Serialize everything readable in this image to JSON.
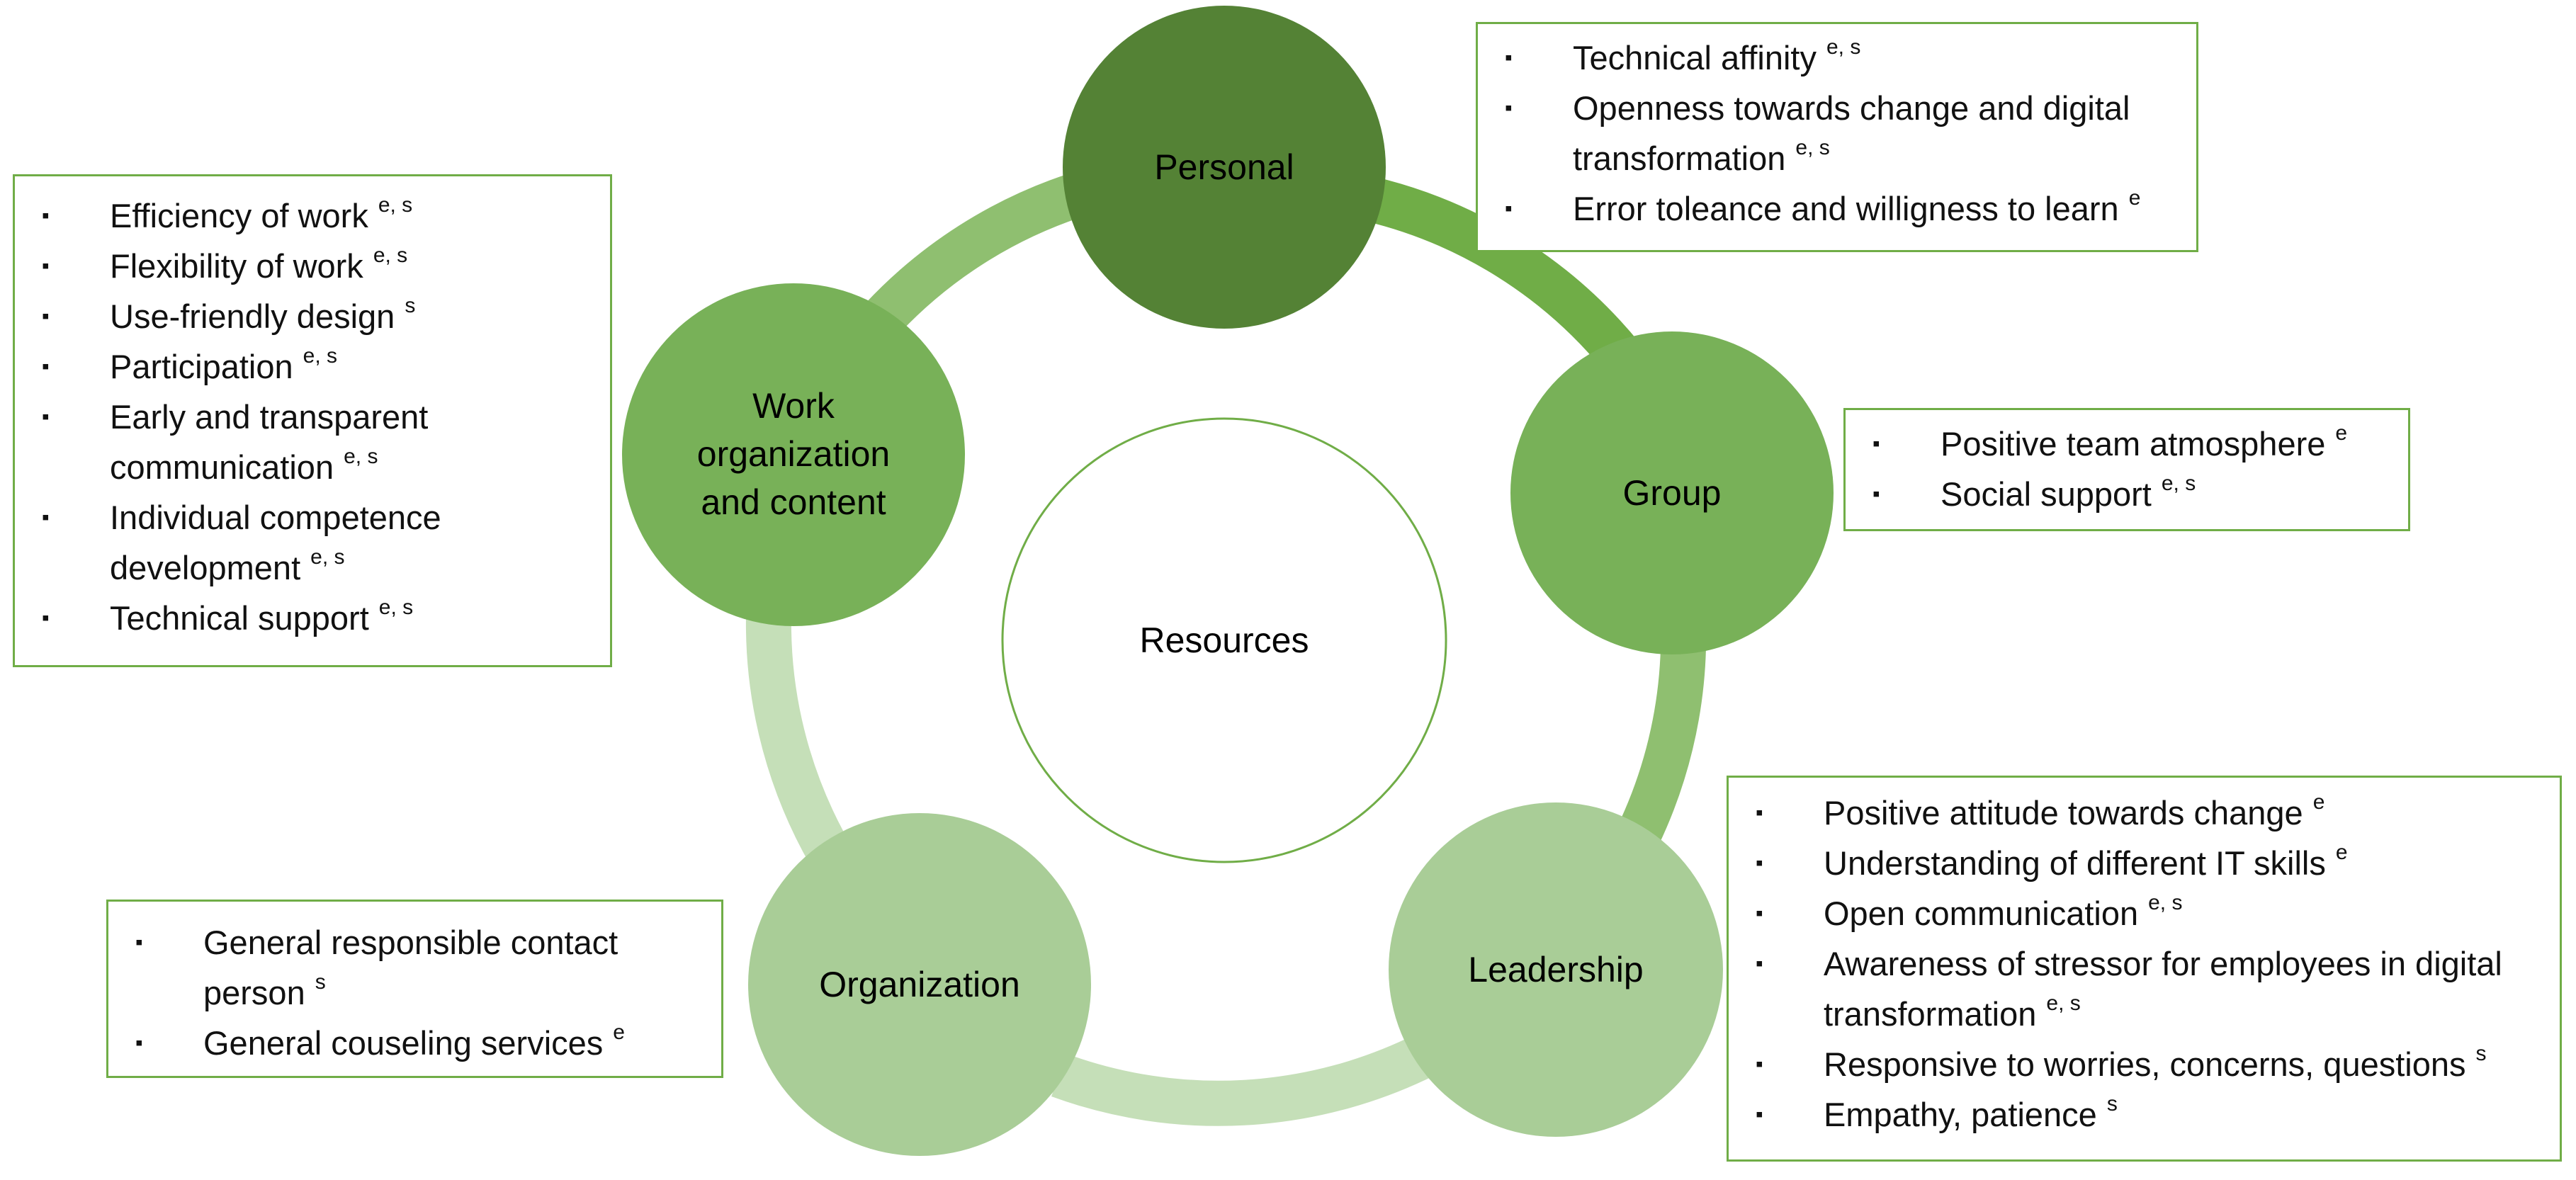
{
  "center": {
    "label": "Resources"
  },
  "nodes": {
    "personal": {
      "label": "Personal",
      "color": "#548235"
    },
    "group": {
      "label": "Group",
      "color": "#78b158"
    },
    "leadership": {
      "label": "Leadership",
      "color": "#a9cd97"
    },
    "organization": {
      "label": "Organization",
      "color": "#a9cd97"
    },
    "work": {
      "label_lines": [
        "Work",
        "organization",
        "and content"
      ],
      "color": "#78b158"
    }
  },
  "boxes": {
    "personal": [
      {
        "text": "Technical affinity",
        "sup": "e, s"
      },
      {
        "lines": [
          "Openness towards change and digital",
          "transformation"
        ],
        "sup": "e, s"
      },
      {
        "text": "Error toleance and willigness to learn",
        "sup": "e"
      }
    ],
    "work": [
      {
        "text": "Efficiency of work",
        "sup": "e, s"
      },
      {
        "text": "Flexibility of work",
        "sup": "e, s"
      },
      {
        "text": "Use-friendly design",
        "sup": "s"
      },
      {
        "text": "Participation",
        "sup": "e, s"
      },
      {
        "lines": [
          "Early and transparent",
          "communication"
        ],
        "sup": "e, s"
      },
      {
        "lines": [
          "Individual competence",
          "development"
        ],
        "sup": "e, s"
      },
      {
        "text": "Technical support",
        "sup": "e, s"
      }
    ],
    "group": [
      {
        "text": "Positive team atmosphere",
        "sup": "e"
      },
      {
        "text": "Social support",
        "sup": "e, s"
      }
    ],
    "leadership": [
      {
        "text": "Positive attitude towards change",
        "sup": "e"
      },
      {
        "text": "Understanding of different IT skills",
        "sup": "e"
      },
      {
        "text": "Open communication",
        "sup": "e, s"
      },
      {
        "lines": [
          "Awareness of stressor for employees in digital",
          "transformation"
        ],
        "sup": "e, s"
      },
      {
        "text": "Responsive to worries, concerns, questions",
        "sup": "s"
      },
      {
        "text": "Empathy, patience",
        "sup": "s"
      }
    ],
    "organization": [
      {
        "lines": [
          "General responsible contact",
          "person"
        ],
        "sup": "s"
      },
      {
        "text": "General couseling services",
        "sup": "e"
      }
    ]
  },
  "colors": {
    "box_border": "#70ad47",
    "center_border": "#70ad47",
    "arc_personal_group": "#70ad47",
    "arc_group_leadership": "#8fbf70",
    "arc_leadership_org": "#c5dfb8",
    "arc_org_work": "#c5dfb8",
    "arc_work_personal": "#8fbf70"
  }
}
